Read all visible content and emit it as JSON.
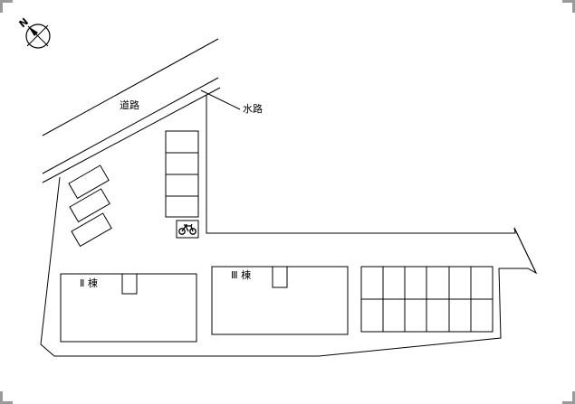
{
  "map": {
    "road_label": "道路",
    "waterway_label": "水路",
    "building_2_label": "Ⅱ 棟",
    "building_3_label": "Ⅲ 棟",
    "compass_letter": "N",
    "bicycle_icon": "bicycle-icon",
    "line_color": "#000000",
    "background_color": "#ffffff"
  }
}
